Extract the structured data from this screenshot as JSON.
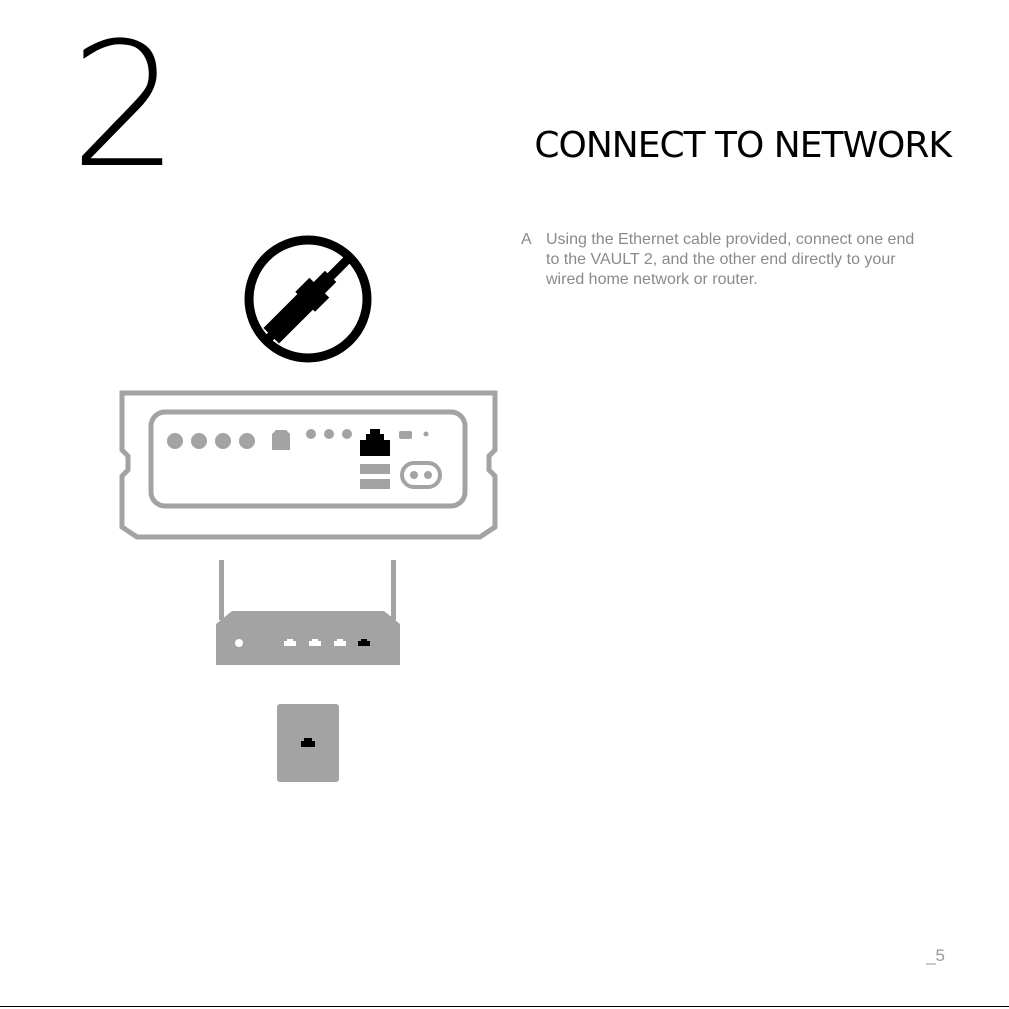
{
  "step": {
    "number": "2",
    "title": "CONNECT TO NETWORK"
  },
  "instructions": [
    {
      "letter": "A",
      "text": "Using the Ethernet cable provided, connect one end to the VAULT 2, and the other end directly to your wired home network or router."
    }
  ],
  "footer": {
    "page_number": "_5"
  },
  "icons": {
    "cable": "ethernet-cable-icon",
    "device": "vault-2-back-panel",
    "router": "router-icon",
    "wall_socket": "wall-ethernet-socket-icon"
  },
  "colors": {
    "text": "#000000",
    "body_text": "#8a8a8a",
    "device_gray": "#a3a3a3"
  }
}
